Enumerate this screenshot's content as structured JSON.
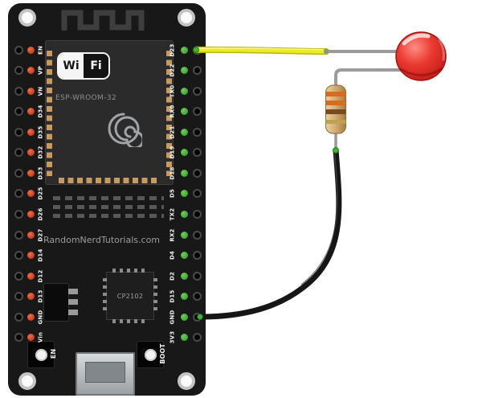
{
  "board": {
    "wifi_logo": {
      "left": "Wi",
      "right": "Fi"
    },
    "module_name": "ESP-WROOM-32",
    "brand_text": "RandomNerdTutorials.com",
    "usb_chip_label": "CP2102",
    "en_button_label": "EN",
    "boot_button_label": "BOOT",
    "left_pins": [
      "EN",
      "VP",
      "VN",
      "D34",
      "D35",
      "D32",
      "D33",
      "D25",
      "D26",
      "D27",
      "D14",
      "D12",
      "D13",
      "GND",
      "Vin"
    ],
    "right_pins": [
      "D23",
      "D22",
      "TX0",
      "RX0",
      "D21",
      "D19",
      "D18",
      "D5",
      "TX2",
      "RX2",
      "D4",
      "D2",
      "D15",
      "GND",
      "3V3"
    ]
  },
  "components": {
    "led": {
      "type": "LED",
      "color_name": "red"
    },
    "resistor": {
      "bands": [
        "#d86c1e",
        "#d86c1e",
        "#7a4a21",
        "#c2a14b"
      ]
    },
    "wires": [
      {
        "color_name": "yellow",
        "from_pin": "D23",
        "to": "led-lead"
      },
      {
        "color_name": "black",
        "from": "resistor-lead",
        "to_pin": "GND"
      }
    ]
  },
  "colors": {
    "board_body": "#181818",
    "module_shield": "#2b2b2b",
    "copper_pad": "#c89a5f",
    "pin_label_text": "#f2f2f2",
    "wire_yellow": "#ecea22",
    "wire_black": "#161616",
    "lead_gray": "#9b9b9b",
    "terminal_green": "#3db53a",
    "led_red": "#e02e28"
  }
}
